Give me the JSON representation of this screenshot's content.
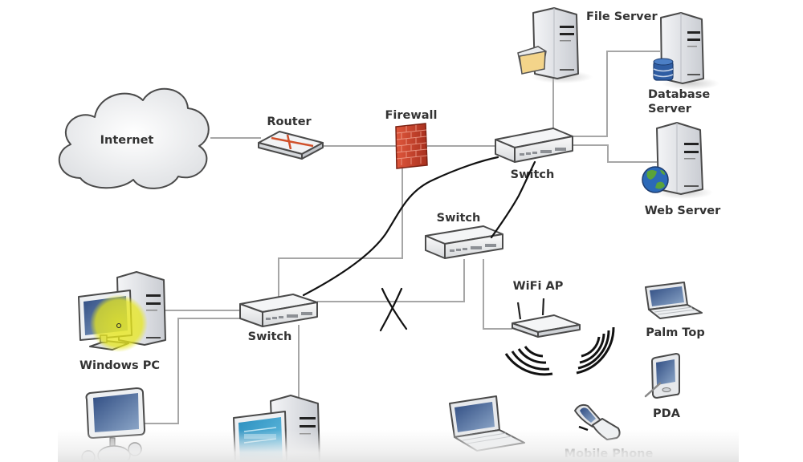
{
  "diagram": {
    "title": "Network Topology",
    "nodes": {
      "internet": {
        "label": "Internet",
        "icon": "cloud-icon"
      },
      "router": {
        "label": "Router",
        "icon": "router-icon"
      },
      "firewall": {
        "label": "Firewall",
        "icon": "brick-wall-icon"
      },
      "core_switch": {
        "label": "Switch",
        "icon": "switch-icon"
      },
      "mid_switch": {
        "label": "Switch",
        "icon": "switch-icon"
      },
      "access_switch": {
        "label": "Switch",
        "icon": "switch-icon"
      },
      "file_server": {
        "label": "File Server",
        "icon": "server-folder-icon"
      },
      "database_server": {
        "label_line1": "Database",
        "label_line2": "Server",
        "icon": "server-database-icon"
      },
      "web_server": {
        "label": "Web Server",
        "icon": "server-globe-icon"
      },
      "wifi_ap": {
        "label": "WiFi AP",
        "icon": "wireless-router-icon"
      },
      "palm_top": {
        "label": "Palm Top",
        "icon": "palmtop-icon"
      },
      "pda": {
        "label": "PDA",
        "icon": "pda-icon"
      },
      "mobile_phone": {
        "label": "Mobile Phone",
        "icon": "flip-phone-icon"
      },
      "laptop": {
        "label": "",
        "icon": "laptop-icon"
      },
      "windows_pc": {
        "label": "Windows PC",
        "icon": "desktop-pc-icon"
      },
      "imac": {
        "label": "",
        "icon": "imac-icon"
      },
      "desktop_2": {
        "label": "",
        "icon": "desktop-pc-icon"
      }
    },
    "links": [
      {
        "from": "internet",
        "to": "router"
      },
      {
        "from": "router",
        "to": "firewall"
      },
      {
        "from": "firewall",
        "to": "core_switch"
      },
      {
        "from": "core_switch",
        "to": "file_server"
      },
      {
        "from": "core_switch",
        "to": "database_server"
      },
      {
        "from": "core_switch",
        "to": "web_server"
      },
      {
        "from": "firewall",
        "to": "access_switch"
      },
      {
        "from": "access_switch",
        "to": "mid_switch",
        "crossed_out": true
      },
      {
        "from": "mid_switch",
        "to": "wifi_ap"
      },
      {
        "from": "access_switch",
        "to": "windows_pc"
      },
      {
        "from": "access_switch",
        "to": "imac"
      },
      {
        "from": "access_switch",
        "to": "desktop_2"
      }
    ],
    "annotations": [
      {
        "type": "hand-drawn-line",
        "from": "access_switch",
        "to": "core_switch"
      },
      {
        "type": "hand-drawn-line",
        "from": "mid_switch",
        "to": "core_switch"
      },
      {
        "type": "hand-drawn-cross",
        "on_link": "access_switch-mid_switch"
      },
      {
        "type": "cursor-highlight",
        "on": "windows_pc",
        "color": "#e6e61e"
      }
    ],
    "colors": {
      "wire": "#a6a6a6",
      "label": "#333333",
      "firewall_brick": "#c8402a",
      "router_mark": "#d0502a",
      "screen_blue": "#3d5f95",
      "folder": "#f3d48a",
      "database": "#2f5da3",
      "highlight": "#e6e61e"
    }
  }
}
